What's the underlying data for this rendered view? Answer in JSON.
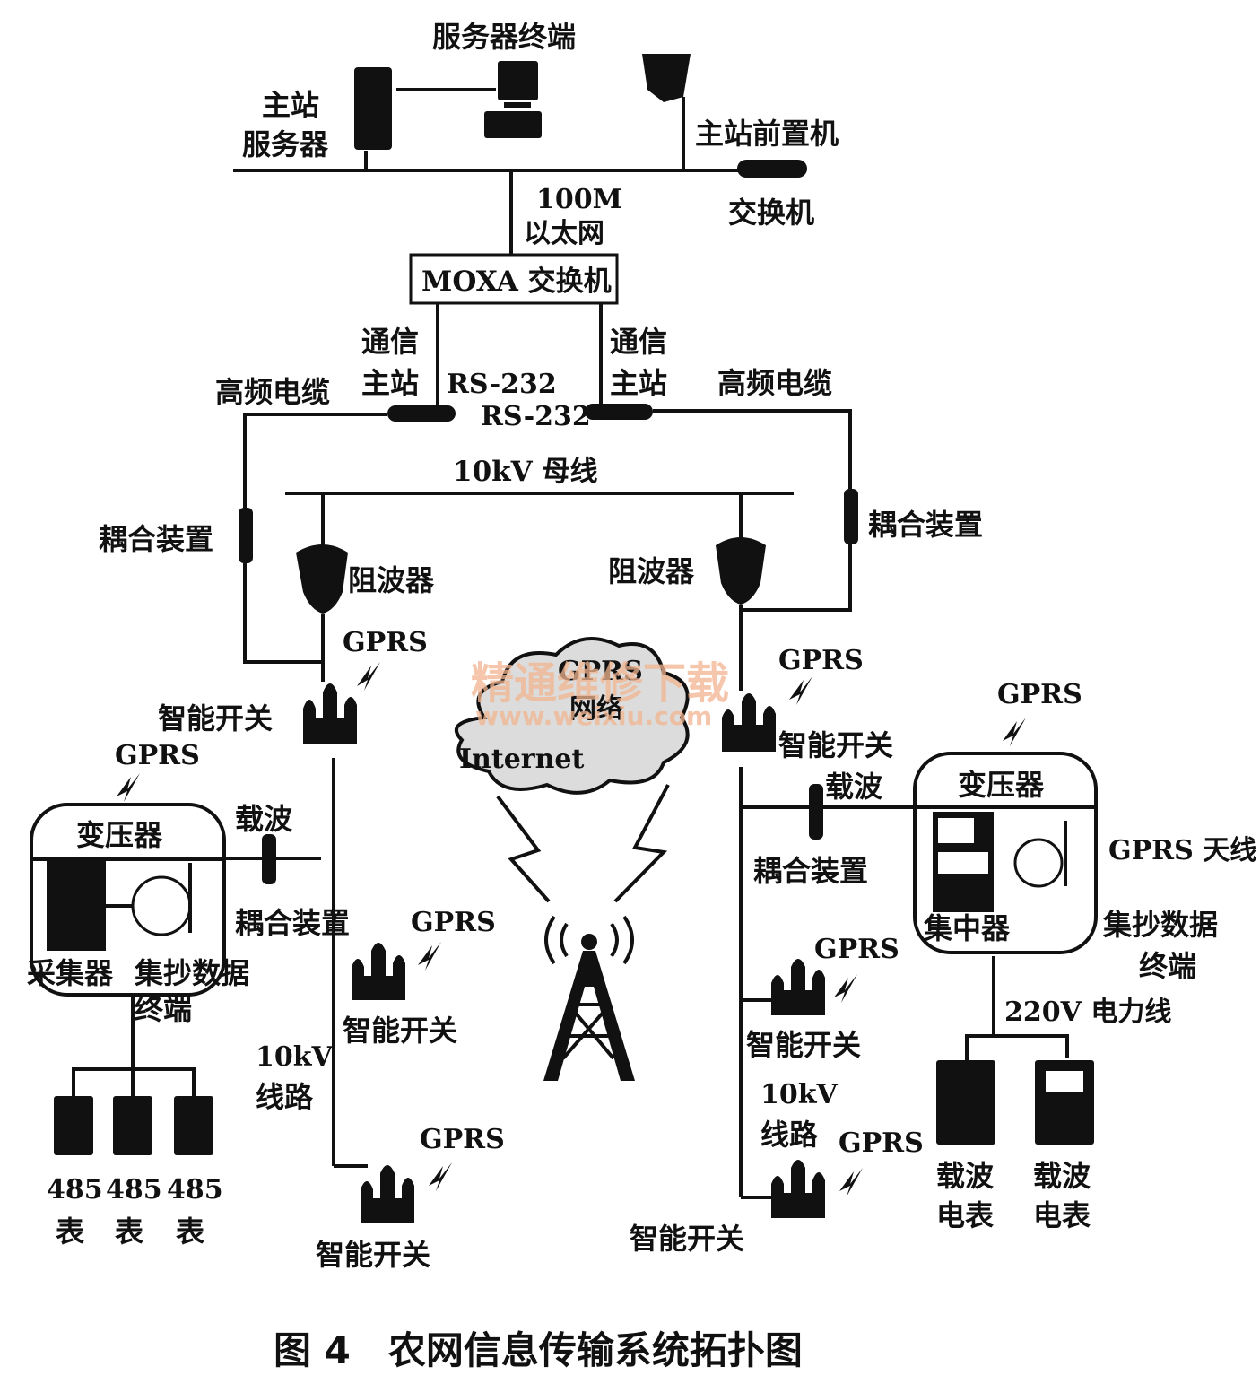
{
  "labels": {
    "server_terminal": "服务器终端",
    "master_server_1": "主站",
    "master_server_2": "服务器",
    "front_end": "主站前置机",
    "switch": "交换机",
    "ethernet_1": "100M",
    "ethernet_2": "以太网",
    "moxa": "MOXA 交换机",
    "comm_master_1": "通信",
    "comm_master_2": "主站",
    "rs232": "RS-232",
    "hf_cable": "高频电缆",
    "busbar": "10kV 母线",
    "coupling": "耦合装置",
    "wave_trap": "阻波器",
    "gprs": "GPRS",
    "smart_switch": "智能开关",
    "gprs_network_1": "GPRS",
    "gprs_network_2": "网络",
    "internet": "Internet",
    "transformer": "变压器",
    "carrier": "载波",
    "collector": "采集器",
    "meter_terminal_1": "集抄数据",
    "meter_terminal_2": "终端",
    "concentrator": "集中器",
    "gprs_antenna": "GPRS 天线",
    "power_line": "220V 电力线",
    "line_10kv_1": "10kV",
    "line_10kv_2": "线路",
    "meter_485": "485",
    "meter_unit": "表",
    "carrier_meter_1": "载波",
    "carrier_meter_2": "电表"
  },
  "watermark": {
    "cn": "精通维修下载",
    "url": "www.weixiu.com"
  },
  "caption": "图 4　农网信息传输系统拓扑图"
}
